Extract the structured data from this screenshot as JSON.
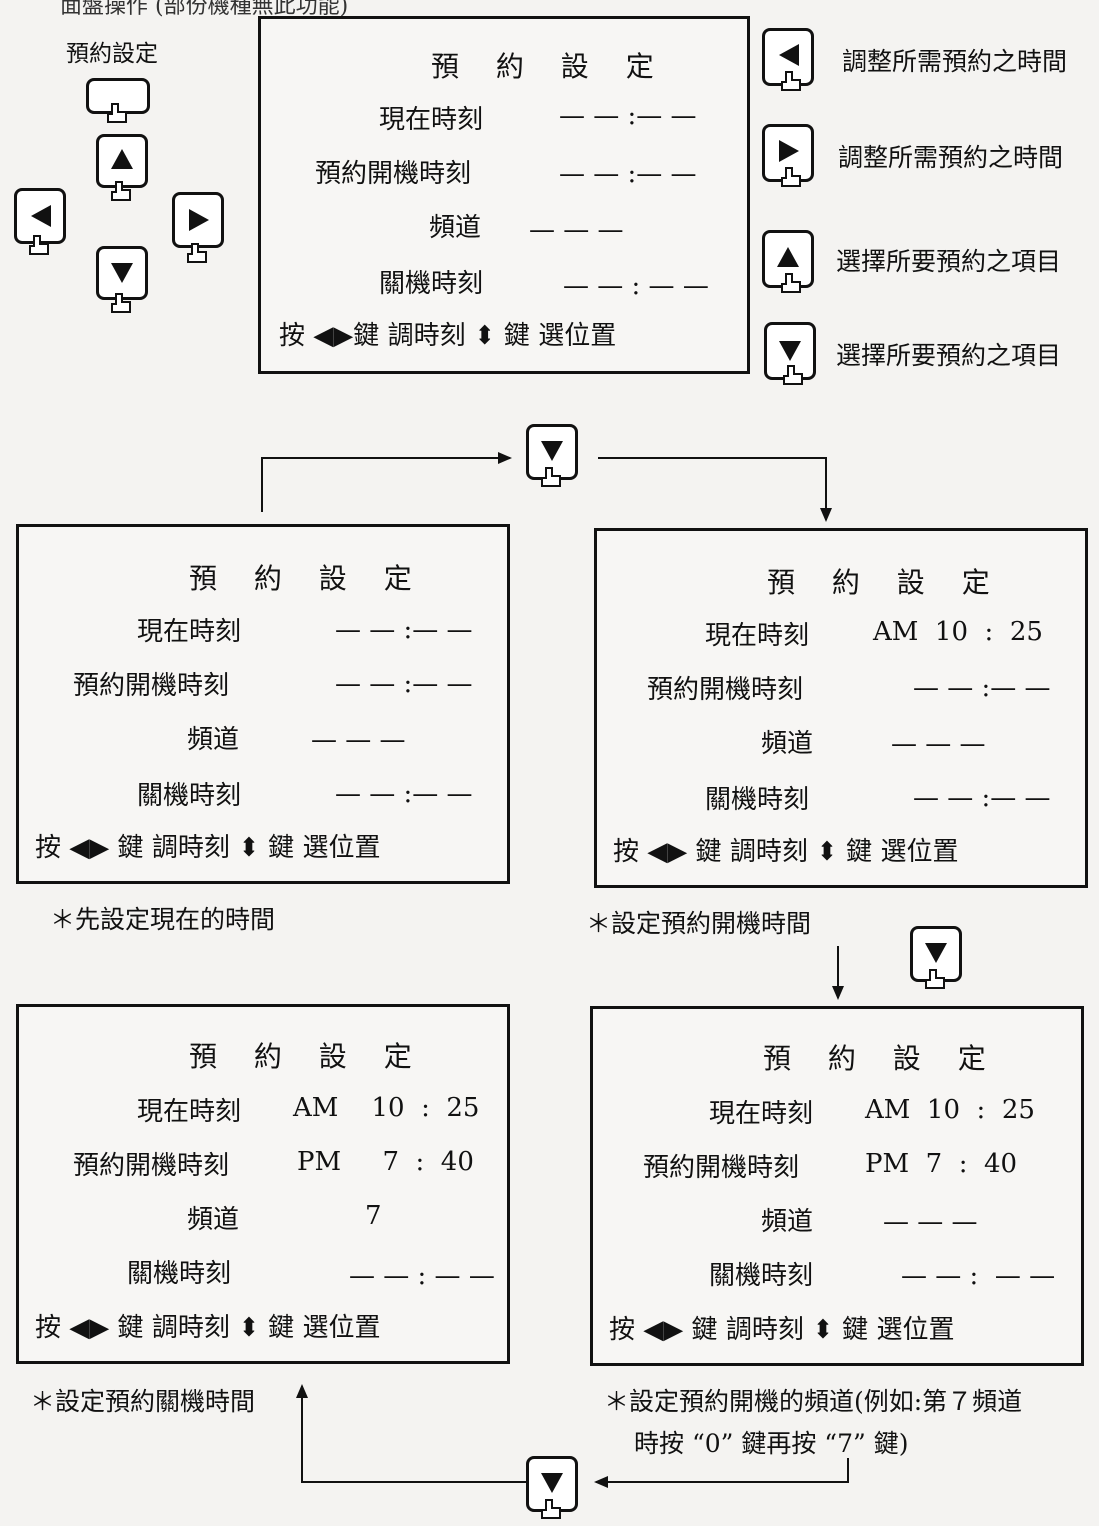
{
  "header": {
    "caption": "面盤操作 (部份機種無此功能)",
    "legend_label": "預約設定"
  },
  "key_descriptions": {
    "left": "調整所需預約之時間",
    "right": "調整所需預約之時間",
    "up": "選擇所要預約之項目",
    "down": "選擇所要預約之項目"
  },
  "labels": {
    "title": "預 約 設 定",
    "current_time": "現在時刻",
    "power_on_time": "預約開機時刻",
    "channel": "頻道",
    "power_off_time": "關機時刻",
    "hint_press": "按",
    "hint_key1": "鍵",
    "hint_adjust": "調時刻",
    "hint_key2": "鍵",
    "hint_select": "選位置"
  },
  "panels": [
    {
      "id": "main",
      "current": "— — :— —",
      "power_on": "— — :— —",
      "channel": "— — —",
      "power_off": "— — : — —"
    },
    {
      "id": "step1",
      "current": "— — :— —",
      "power_on": "— — :— —",
      "channel": "— — —",
      "power_off": "— — :— —"
    },
    {
      "id": "step2",
      "current": "AM  10  :  25",
      "power_on": "— — :— —",
      "channel": "— — —",
      "power_off": "— — :— —"
    },
    {
      "id": "step3",
      "current": "AM  10  :  25",
      "power_on": "PM  7  :  40",
      "channel": "— — —",
      "power_off": "— — :  — —"
    },
    {
      "id": "step4",
      "current": "AM    10  :  25",
      "power_on": "PM     7  :  40",
      "channel": "7",
      "power_off": "— — : — —"
    }
  ],
  "notes": {
    "step1": "＊先設定現在的時間",
    "step2": "＊設定預約開機時間",
    "step3_line1": "＊設定預約開機的頻道(例如:第７頻道",
    "step3_line2": "時按 “0” 鍵再按 “7” 鍵)",
    "step4": "＊設定預約關機時間"
  }
}
